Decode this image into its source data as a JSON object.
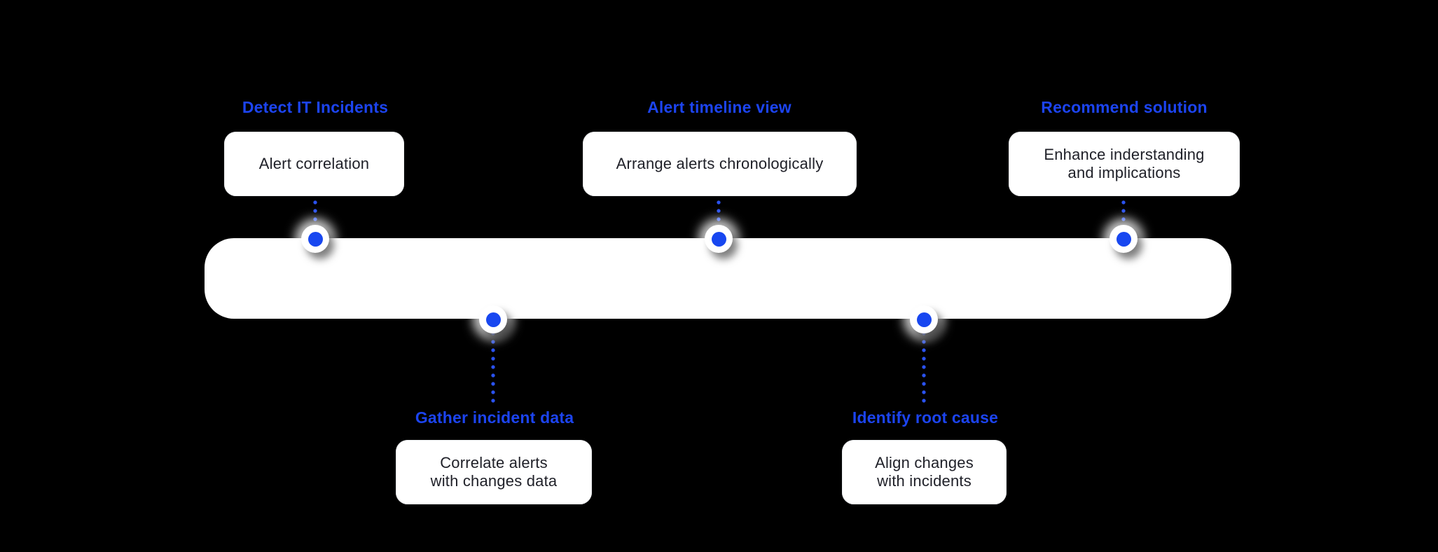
{
  "diagram": {
    "background_color": "#000000",
    "accent_blue": "#1c44f0",
    "bar_color": "#ffffff",
    "steps": [
      {
        "title": "Detect IT Incidents",
        "card": "Alert correlation",
        "position": "top"
      },
      {
        "title": "Gather incident data",
        "card": "Correlate alerts\nwith changes data",
        "position": "bottom"
      },
      {
        "title": "Alert timeline view",
        "card": "Arrange alerts chronologically",
        "position": "top"
      },
      {
        "title": "Identify root cause",
        "card": "Align changes\nwith incidents",
        "position": "bottom"
      },
      {
        "title": "Recommend solution",
        "card": "Enhance inderstanding\nand implications",
        "position": "top"
      }
    ]
  }
}
